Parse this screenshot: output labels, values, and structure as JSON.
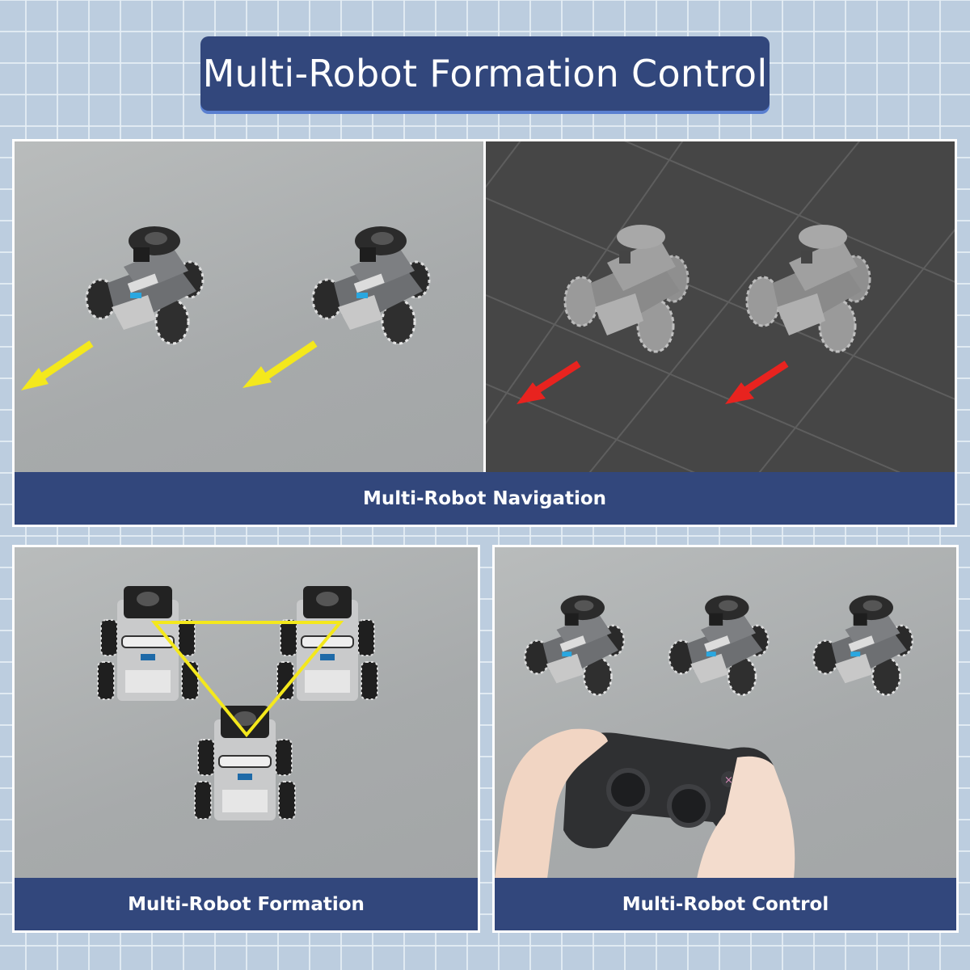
{
  "header": {
    "title": "Multi-Robot Formation Control"
  },
  "panels": {
    "navigation": {
      "caption": "Multi-Robot Navigation",
      "left_image": {
        "description": "Two mecanum-wheel robots on grey floor with yellow direction arrows",
        "arrow_color": "#f4e81c"
      },
      "right_image": {
        "description": "Two robot 3D models in simulation grid with red direction arrows",
        "arrow_color": "#e8231f"
      }
    },
    "formation": {
      "caption": "Multi-Robot Formation",
      "image": {
        "description": "Three robots top-down in triangle formation with yellow triangle overlay",
        "overlay_color": "#f4e81c"
      }
    },
    "control": {
      "caption": "Multi-Robot Control",
      "image": {
        "description": "Three robots in a row with hands holding a gamepad controller"
      }
    }
  },
  "colors": {
    "background": "#bccddf",
    "banner": "#32477c",
    "banner_shadow": "#5a7fd0",
    "text": "#ffffff"
  }
}
